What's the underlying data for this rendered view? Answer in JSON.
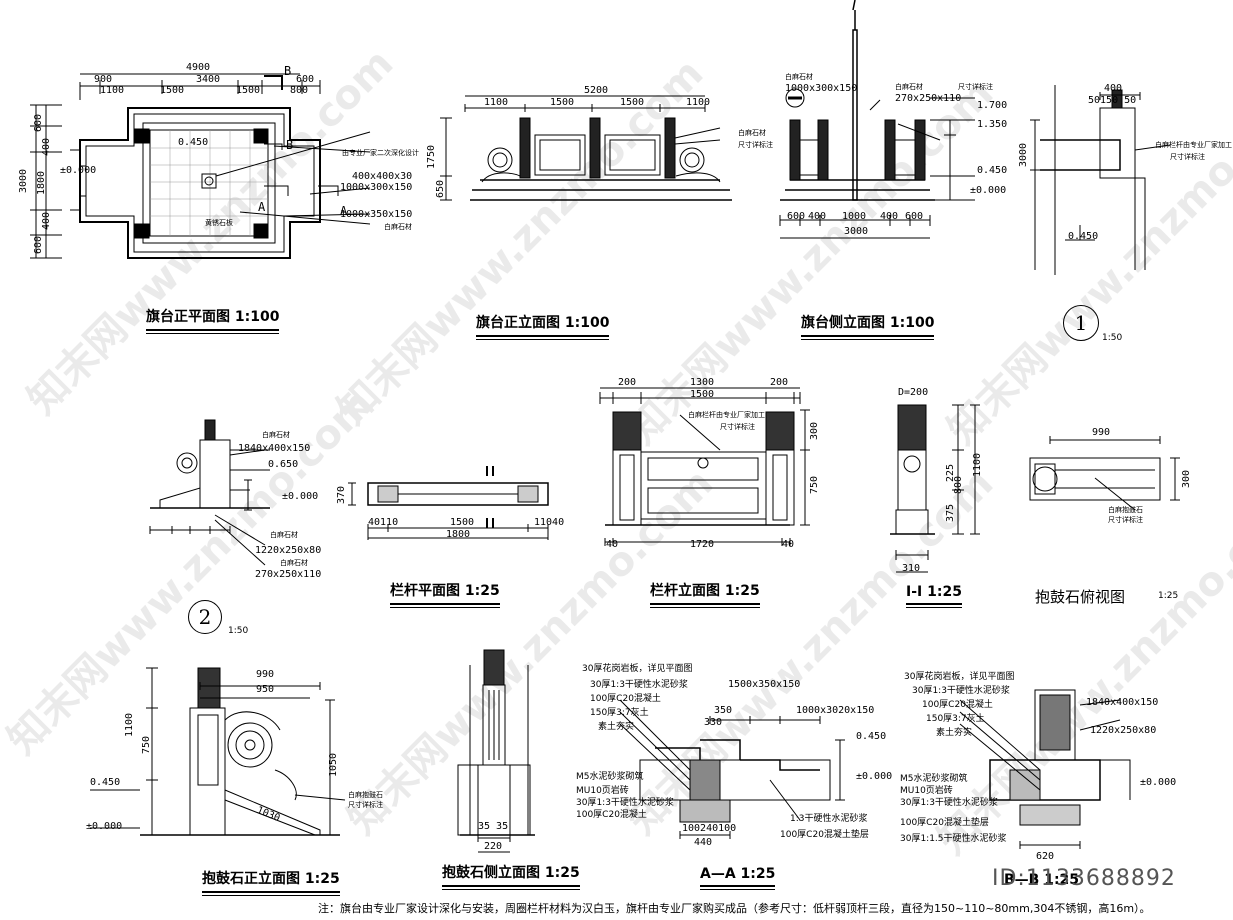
{
  "titles": {
    "plan": "旗台正平面图",
    "plan_scale": "1:100",
    "front": "旗台正立面图",
    "front_scale": "1:100",
    "side": "旗台侧立面图",
    "side_scale": "1:100",
    "detail1_mark": "1",
    "detail1_scale": "1:50",
    "detail2_mark": "2",
    "detail2_scale": "1:50",
    "rail_plan": "栏杆平面图",
    "rail_plan_scale": "1:25",
    "rail_elev": "栏杆立面图",
    "rail_elev_scale": "1:25",
    "section_ii": "I-I",
    "section_ii_scale": "1:25",
    "drum_top": "抱鼓石俯视图",
    "drum_top_scale": "1:25",
    "drum_front": "抱鼓石正立面图",
    "drum_front_scale": "1:25",
    "drum_side": "抱鼓石侧立面图",
    "drum_side_scale": "1:25",
    "section_aa": "A—A",
    "section_aa_scale": "1:25",
    "section_bb": "B—B",
    "section_bb_scale": "1:25"
  },
  "dims": {
    "plan_top_total": "4900",
    "plan_top_a": "900",
    "plan_top_b": "3400",
    "plan_top_c": "600",
    "plan_top_d": "1100",
    "plan_top_e": "1500",
    "plan_top_f": "1500",
    "plan_top_g": "800",
    "plan_left_total": "3000",
    "plan_left_a": "600",
    "plan_left_b": "400",
    "plan_left_c": "1800",
    "plan_left_d": "400",
    "plan_left_e": "600",
    "plan_elev": "0.450",
    "plan_zero": "±0.000",
    "plan_a": "A",
    "plan_b": "B",
    "front_total": "5200",
    "front_a": "1100",
    "front_b": "1500",
    "front_c": "1500",
    "front_d": "1100",
    "front_h1": "1750",
    "front_h2": "650",
    "side_a": "600",
    "side_b": "400",
    "side_c": "1000",
    "side_d": "400",
    "side_e": "600",
    "side_total": "3000",
    "side_lv1": "1.700",
    "side_lv2": "1.350",
    "side_lv3": "0.450",
    "side_lv4": "±0.000",
    "side_note1": "1000x300x150",
    "side_note2": "270x250x110",
    "d1_top": "400",
    "d1_sub": "50150 50",
    "d1_h": "0.450",
    "d1_v": "3000",
    "d2_l1": "1840x400x150",
    "d2_l2": "0.650",
    "d2_l3": "±0.000",
    "d2_l4": "1220x250x80",
    "d2_l5": "270x250x110",
    "rp_top": "1800",
    "rp_mid": "1500",
    "rp_a": "40110",
    "rp_b": "11040",
    "rp_h": "370",
    "re_top1": "1300",
    "re_top2": "1500",
    "re_top3": "200",
    "re_top4": "200",
    "re_bot": "1720",
    "re_b1": "40",
    "re_b2": "40",
    "re_h1": "750",
    "re_h2": "300",
    "ii_d": "D=200",
    "ii_h1": "1100",
    "ii_h2": "800",
    "ii_h3": "375",
    "ii_h4": "225",
    "ii_b": "310",
    "dt_w": "990",
    "dt_h": "300",
    "df_w1": "990",
    "df_w2": "950",
    "df_h1": "1100",
    "df_h2": "750",
    "df_h3": "1050",
    "df_lv1": "0.450",
    "df_lv2": "±0.000",
    "df_s1": "1030",
    "ds_w": "220",
    "ds_w2": "35 35",
    "aa_1": "1500x350x150",
    "aa_2": "1000x3020x150",
    "aa_3": "350",
    "aa_4": "330",
    "aa_5": "440",
    "aa_6": "100240100",
    "aa_lv1": "0.450",
    "aa_lv2": "±0.000",
    "bb_1": "1840x400x150",
    "bb_2": "1220x250x80",
    "bb_3": "620",
    "bb_lv": "±0.000"
  },
  "notes": {
    "plan_n1": "由专业厂家二次深化设计",
    "plan_n2": "400x400x30",
    "plan_n3": "1000x300x150",
    "plan_n4": "1000x350x150",
    "plan_n5": "白麻石材",
    "plan_n6": "黄锈石板",
    "front_n1": "白麻石材",
    "front_n2": "尺寸详标注",
    "side_n1": "白麻石材",
    "side_n2": "白麻石材",
    "side_n3": "尺寸详标注",
    "d1_n1": "白麻栏杆由专业厂家加工",
    "d1_n2": "尺寸详标注",
    "d2_n1": "白麻石材",
    "d2_n2": "白麻石材",
    "d2_n3": "白麻石材",
    "re_n1": "白麻栏杆由专业厂家加工",
    "re_n2": "尺寸详标注",
    "dt_n1": "白麻抱鼓石",
    "dt_n2": "尺寸详标注",
    "df_n1": "白麻抱鼓石",
    "df_n2": "尺寸详标注",
    "aa_n1": "30厚花岗岩板，详见平面图",
    "aa_n2": "30厚1:3干硬性水泥砂浆",
    "aa_n3": "100厚C20混凝土",
    "aa_n4": "150厚3:7灰土",
    "aa_n5": "素土夯实",
    "aa_n6": "M5水泥砂浆砌筑",
    "aa_n7": "MU10页岩砖",
    "aa_n8": "30厚1:3干硬性水泥砂浆",
    "aa_n9": "100厚C20混凝土",
    "aa_n10": "1:3干硬性水泥砂浆",
    "aa_n11": "100厚C20混凝土垫层",
    "bb_n1": "30厚花岗岩板，详见平面图",
    "bb_n2": "30厚1:3干硬性水泥砂浆",
    "bb_n3": "100厚C20混凝土",
    "bb_n4": "150厚3:7灰土",
    "bb_n5": "素土夯实",
    "bb_n6": "M5水泥砂浆砌筑",
    "bb_n7": "MU10页岩砖",
    "bb_n8": "30厚1:3干硬性水泥砂浆",
    "bb_n9": "100厚C20混凝土垫层",
    "bb_n10": "30厚1:1.5干硬性水泥砂浆"
  },
  "footer": {
    "note": "注：旗台由专业厂家设计深化与安装，周圈栏杆材料为汉白玉，旗杆由专业厂家购买成品（参考尺寸：低杆弱顶杆三段，直径为150~110~80mm,304不锈钢，高16m）。",
    "image_id": "ID:1133688892"
  },
  "watermark": {
    "text": "知末网www.znzmo.com"
  }
}
